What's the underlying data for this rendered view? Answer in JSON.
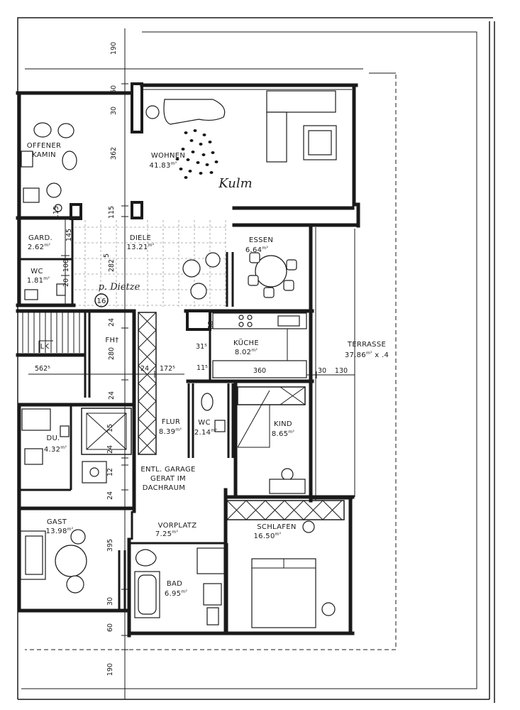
{
  "rooms": {
    "kamin": {
      "line1": "OFFENER",
      "line2": "KAMIN"
    },
    "wohnen": {
      "label": "WOHNEN",
      "area": "41.83"
    },
    "gard": {
      "label": "GARD.",
      "area": "2.62"
    },
    "diele": {
      "label": "DIELE",
      "area": "13.21"
    },
    "essen": {
      "label": "ESSEN",
      "area": "6.64"
    },
    "wc_diele": {
      "label": "WC",
      "area": "1.81"
    },
    "kueche": {
      "label": "KÜCHE",
      "area": "8.02"
    },
    "terrasse": {
      "label": "TERRASSE",
      "area": "37.86",
      "factor": " x .4"
    },
    "du": {
      "label": "DU.",
      "area": "4.32"
    },
    "flur": {
      "label": "FLUR",
      "area": "8.39"
    },
    "wc_flur": {
      "label": "WC",
      "area": "2.14"
    },
    "kind": {
      "label": "KIND",
      "area": "8.65"
    },
    "gast": {
      "label": "GAST",
      "area": "13.98"
    },
    "vorplatz": {
      "label": "VORPLATZ",
      "area": "7.25"
    },
    "schlafen": {
      "label": "SCHLAFEN",
      "area": "16.50"
    },
    "bad": {
      "label": "BAD",
      "area": "6.95"
    }
  },
  "area_unit": "m²",
  "notes": {
    "garage_line1": "ENTL. GARAGE",
    "garage_line2": "GERAT IM",
    "garage_line3": "DACHRAUM",
    "fh": "FH†",
    "lk": "LK",
    "marker": "16",
    "handwriting_wohnen": "Kulm",
    "handwriting_diele": "p. Dietze"
  },
  "dimensions": {
    "d190_top": "190",
    "d60_top": "60",
    "d30_top": "30",
    "d362": "362",
    "d115_left": "115",
    "d115_mid": "115",
    "d145": "145",
    "d5": "5",
    "d282": "282",
    "d100": "100",
    "d20": "20",
    "d24_a": "24",
    "d280": "280",
    "d24_b": "24",
    "d5625": "562⁵",
    "d24_c": "24",
    "d1725": "172⁵",
    "d315": "31⁵",
    "d115_kueche": "11⁵",
    "d88": "88",
    "d360": "360",
    "d30_terr": "30",
    "d130": "130",
    "d15": "15",
    "d24_d": "24",
    "d12": "12",
    "d24_e": "24",
    "d395": "395",
    "d30_bot": "30",
    "d60_bot": "60",
    "d190_bot": "190"
  },
  "colors": {
    "line": "#1a1a1a",
    "paper": "#ffffff",
    "grid": "#9a9a9a"
  }
}
